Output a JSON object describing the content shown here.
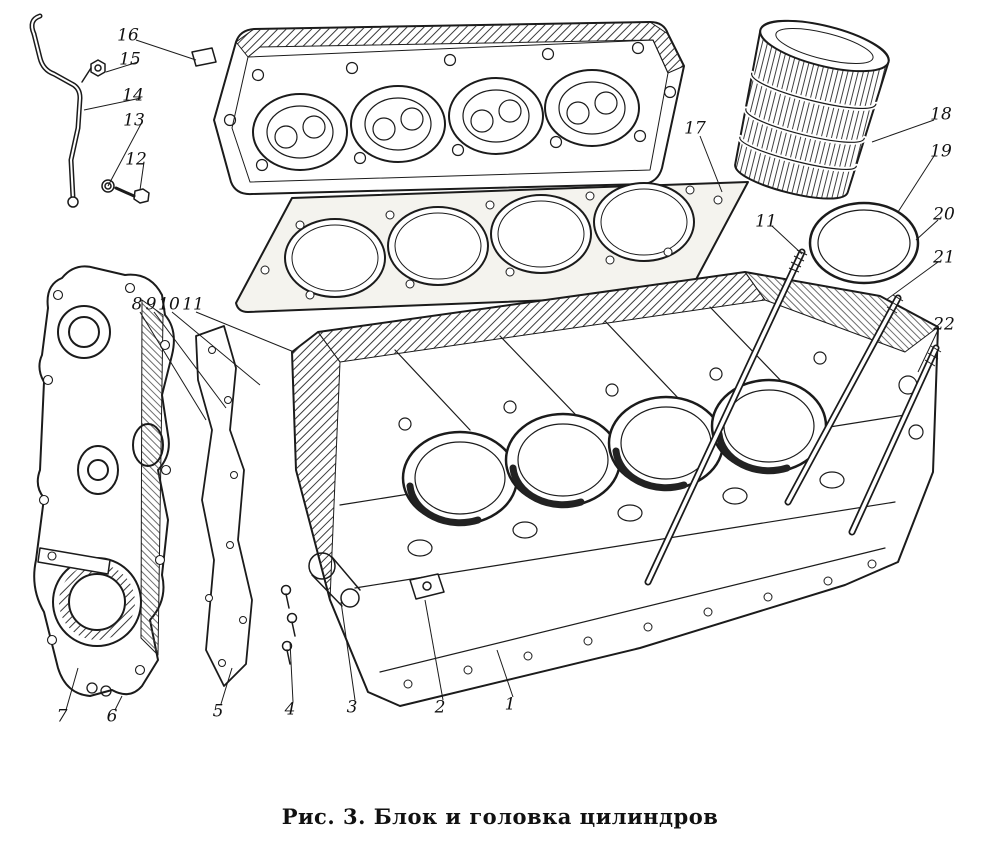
{
  "figure": {
    "caption": "Рис. 3. Блок и головка цилиндров"
  },
  "callouts": [
    {
      "label": "16"
    },
    {
      "label": "15"
    },
    {
      "label": "14"
    },
    {
      "label": "13"
    },
    {
      "label": "12"
    },
    {
      "label": "17"
    },
    {
      "label": "18"
    },
    {
      "label": "19"
    },
    {
      "label": "11"
    },
    {
      "label": "20"
    },
    {
      "label": "21"
    },
    {
      "label": "22"
    },
    {
      "label": "8"
    },
    {
      "label": "9"
    },
    {
      "label": "10"
    },
    {
      "label": "11"
    },
    {
      "label": "7"
    },
    {
      "label": "6"
    },
    {
      "label": "5"
    },
    {
      "label": "4"
    },
    {
      "label": "3"
    },
    {
      "label": "2"
    },
    {
      "label": "1"
    }
  ]
}
